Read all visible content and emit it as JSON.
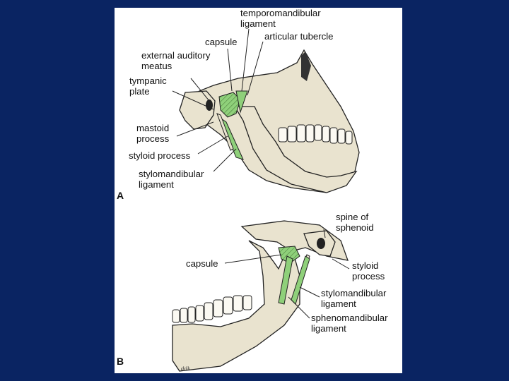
{
  "figure_a": {
    "panel_label": "A",
    "labels": {
      "temporomandibular_ligament": "temporomandibular\nligament",
      "capsule": "capsule",
      "articular_tubercle": "articular tubercle",
      "external_auditory_meatus": "external auditory\nmeatus",
      "tympanic_plate": "tympanic\nplate",
      "mastoid_process": "mastoid\nprocess",
      "styloid_process": "styloid process",
      "stylomandibular_ligament": "stylomandibular\nligament"
    }
  },
  "figure_b": {
    "panel_label": "B",
    "labels": {
      "spine_of_sphenoid": "spine of\nsphenoid",
      "capsule": "capsule",
      "styloid_process": "styloid\nprocess",
      "stylomandibular_ligament": "stylomandibular\nligament",
      "sphenomandibular_ligament": "sphenomandibular\nligament"
    },
    "signature": "ddk"
  },
  "colors": {
    "background": "#0a2462",
    "bone": "#e9e3cf",
    "ligament": "#8fd07a",
    "outline": "#222222"
  }
}
